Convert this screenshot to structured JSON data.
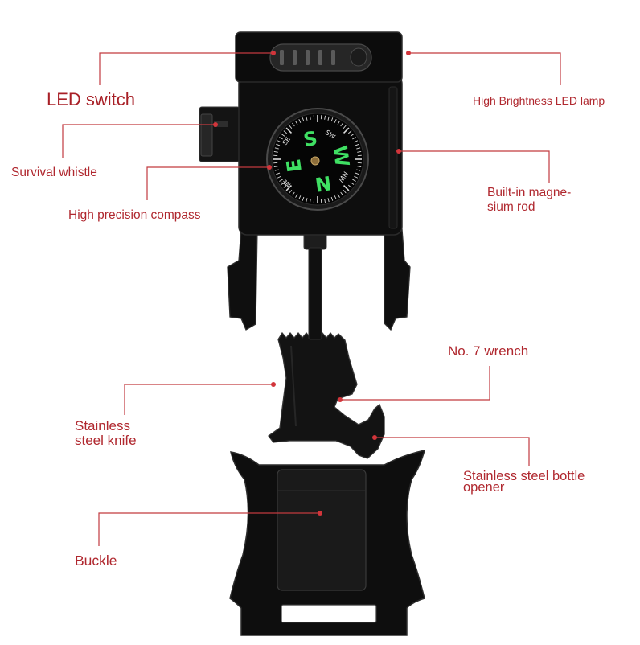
{
  "labels": {
    "led_switch": "LED switch",
    "led_lamp": "High Brightness LED lamp",
    "whistle": "Survival whistle",
    "compass": "High precision compass",
    "magnesium_rod_line1": "Built-in magne-",
    "magnesium_rod_line2": "sium rod",
    "wrench": "No. 7 wrench",
    "knife_line1": "Stainless",
    "knife_line2": "steel knife",
    "bottle_opener_line1": "Stainless steel bottle",
    "bottle_opener_line2": "opener",
    "buckle": "Buckle"
  },
  "compass_dial": {
    "cardinal": {
      "s": "S",
      "w": "W",
      "n": "N",
      "e": "E"
    },
    "intercardinal": {
      "sw": "SW",
      "nw": "NW",
      "ne": "NE",
      "se": "SE"
    }
  },
  "colors": {
    "label": "#b0282f",
    "leader_line": "#c23a3f",
    "device": "#111111",
    "compass_letters": "#3fe063"
  }
}
